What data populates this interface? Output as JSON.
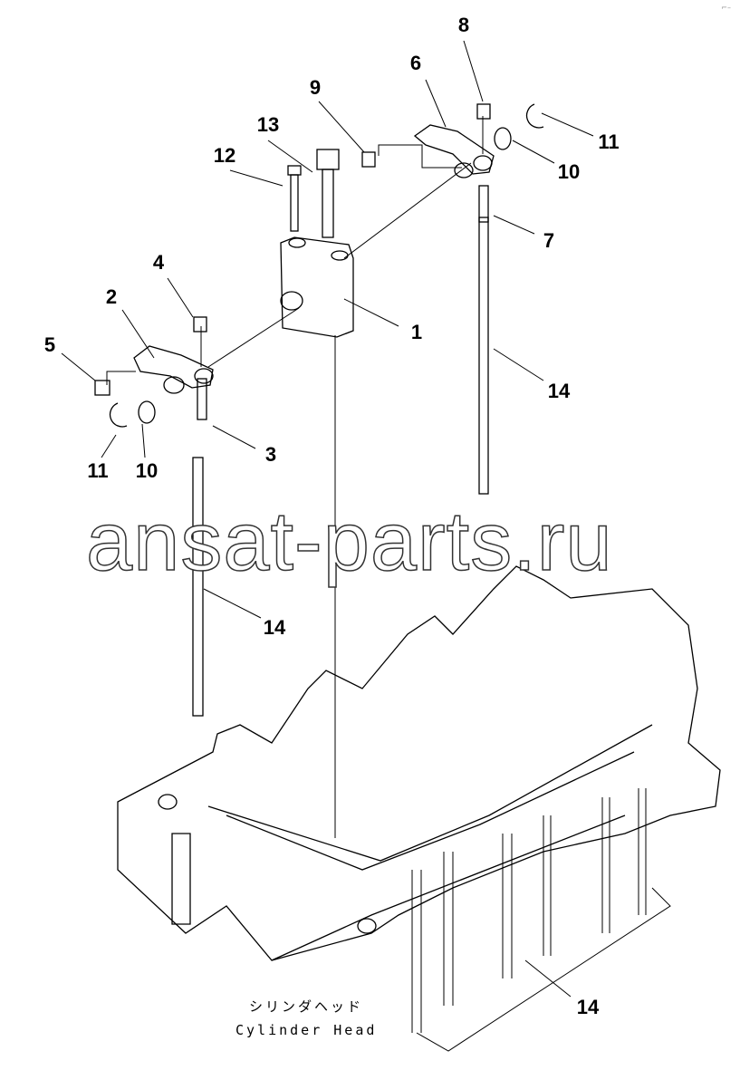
{
  "corner_mark": "⌐–",
  "callouts": [
    "8",
    "9",
    "6",
    "13",
    "12",
    "11",
    "10",
    "7",
    "4",
    "2",
    "1",
    "5",
    "14",
    "3",
    "10",
    "11",
    "14",
    "14"
  ],
  "caption": {
    "japanese": "シリンダヘッド",
    "english": "Cylinder Head"
  },
  "watermark": "ansat-parts.ru"
}
